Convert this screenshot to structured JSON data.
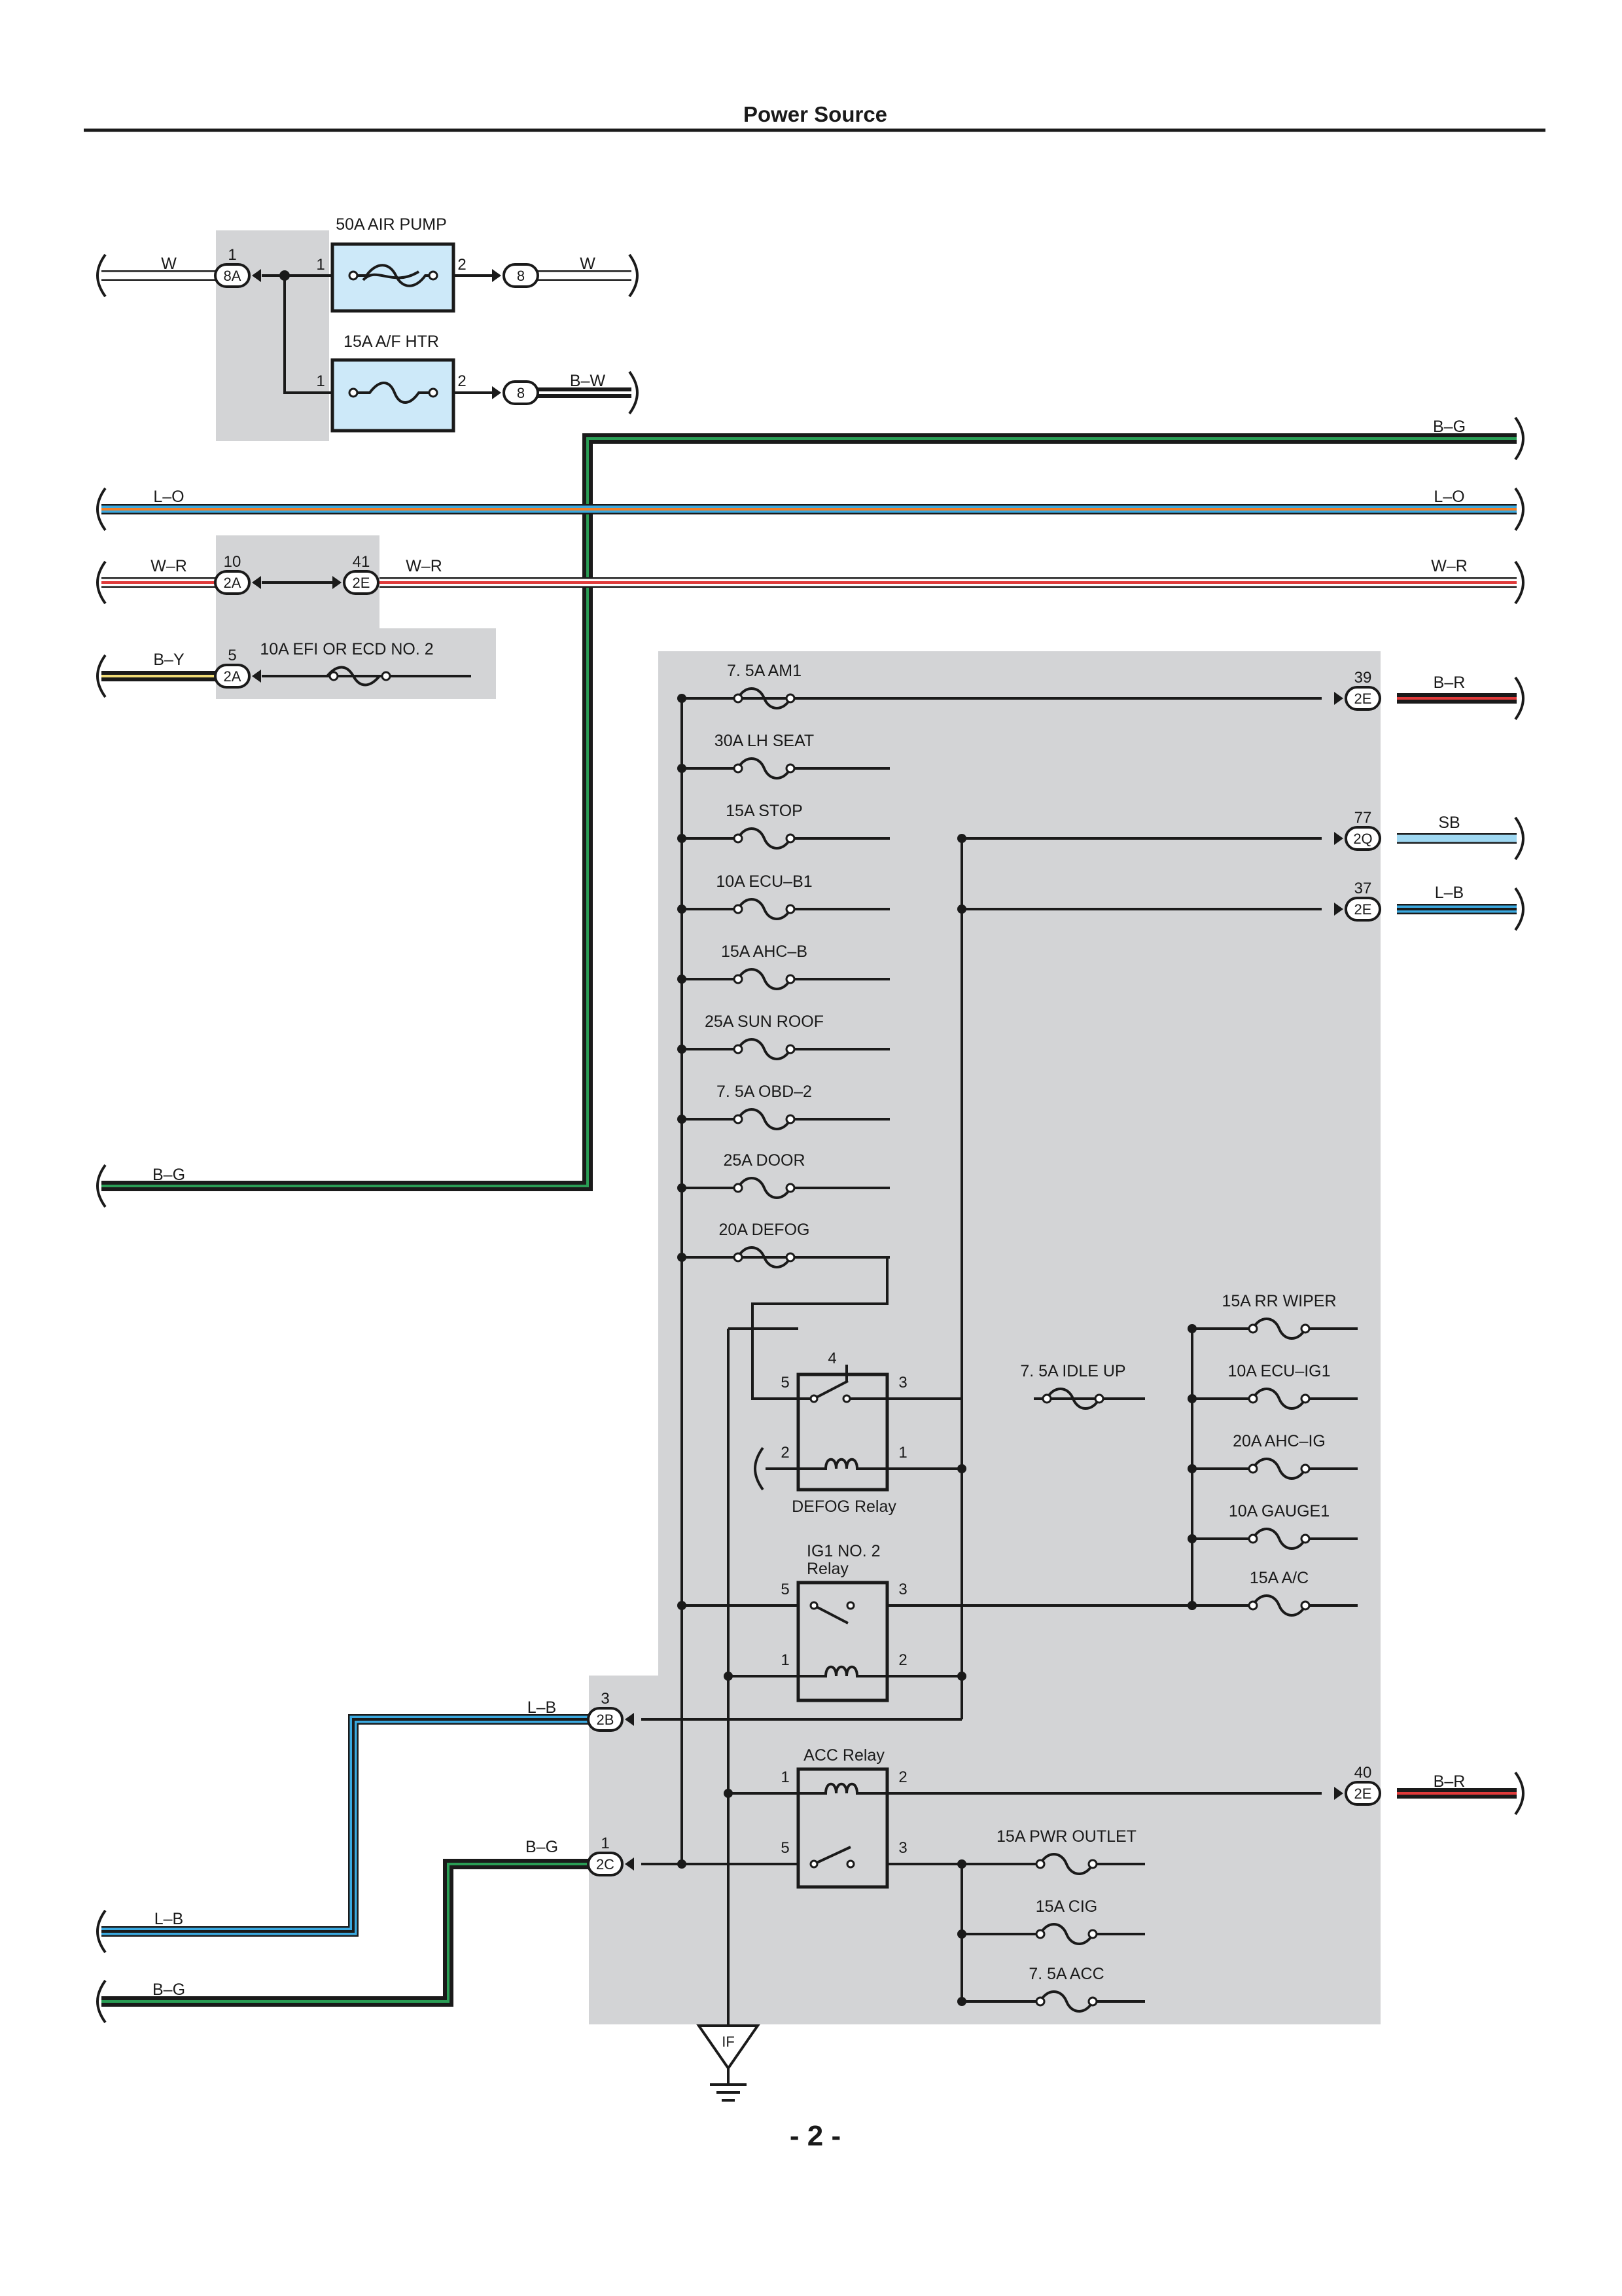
{
  "header": {
    "title": "Power Source"
  },
  "footer": {
    "page_number": "- 2 -"
  },
  "colors": {
    "W": "#ffffff",
    "L": "#3aa9e0",
    "R": "#e03a3a",
    "O": "#f07f28",
    "B": "#1a1a1a",
    "G": "#2a9d55",
    "Y": "#f1dc76",
    "SB": "#9fd8f2",
    "block_fill": "#d3d4d6",
    "fuse_box": "#cde9f9"
  },
  "fuses": {
    "air_pump": "50A AIR PUMP",
    "af_htr": "15A A/F HTR",
    "efi_ecd": "10A EFI OR ECD NO. 2",
    "am1": "7. 5A AM1",
    "lh_seat": "30A LH SEAT",
    "stop": "15A STOP",
    "ecu_b1": "10A ECU–B1",
    "ahc_b": "15A AHC–B",
    "sun_roof": "25A SUN ROOF",
    "obd2": "7. 5A OBD–2",
    "door": "25A DOOR",
    "defog": "20A DEFOG",
    "idle_up": "7. 5A IDLE UP",
    "rr_wiper": "15A RR WIPER",
    "ecu_ig1": "10A ECU–IG1",
    "ahc_ig": "20A AHC–IG",
    "gauge1": "10A GAUGE1",
    "ac": "15A A/C",
    "pwr_outlet": "15A PWR OUTLET",
    "cig": "15A CIG",
    "acc": "7. 5A ACC"
  },
  "relays": {
    "defog": "DEFOG Relay",
    "ig1_line1": "IG1 NO. 2",
    "ig1_line2": "Relay",
    "acc": "ACC Relay"
  },
  "wires": {
    "w_left": "W",
    "w_right": "W",
    "bw": "B–W",
    "bg_top": "B–G",
    "lo_left": "L–O",
    "lo_right": "L–O",
    "wr_left": "W–R",
    "wr_mid": "W–R",
    "wr_right": "W–R",
    "by": "B–Y",
    "br_top": "B–R",
    "sb": "SB",
    "lb_right": "L–B",
    "bg_mid": "B–G",
    "lb_in": "L–B",
    "bg_in": "B–G",
    "lb_low": "L–B",
    "bg_low": "B–G",
    "br_bottom": "B–R"
  },
  "connectors": {
    "c8a": {
      "id": "8A",
      "pin": "1"
    },
    "c8_top": {
      "id": "8"
    },
    "c8_bot": {
      "id": "8"
    },
    "c2a_10": {
      "id": "2A",
      "pin": "10"
    },
    "c2e_41": {
      "id": "2E",
      "pin": "41"
    },
    "c2a_5": {
      "id": "2A",
      "pin": "5"
    },
    "c2e_39": {
      "id": "2E",
      "pin": "39"
    },
    "c2q_77": {
      "id": "2Q",
      "pin": "77"
    },
    "c2e_37": {
      "id": "2E",
      "pin": "37"
    },
    "c2b_3": {
      "id": "2B",
      "pin": "3"
    },
    "c2c_1": {
      "id": "2C",
      "pin": "1"
    },
    "c2e_40": {
      "id": "2E",
      "pin": "40"
    }
  },
  "pins": {
    "air_1": "1",
    "air_2": "2",
    "af_1": "1",
    "af_2": "2",
    "defog_4": "4",
    "defog_5": "5",
    "defog_3": "3",
    "defog_2": "2",
    "defog_1": "1",
    "ig1_5": "5",
    "ig1_3": "3",
    "ig1_1": "1",
    "ig1_2": "2",
    "acc_1": "1",
    "acc_2": "2",
    "acc_5": "5",
    "acc_3": "3"
  },
  "ground": {
    "id": "IF"
  }
}
